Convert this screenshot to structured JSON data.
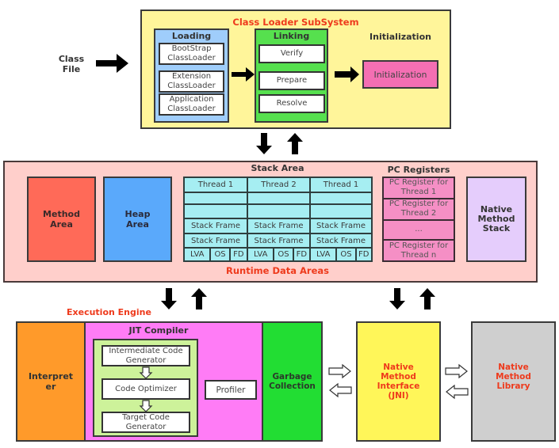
{
  "class_file_label": "Class\nFile",
  "class_loader": {
    "title": "Class Loader SubSystem",
    "loading": {
      "title": "Loading",
      "items": [
        "BootStrap\nClassLoader",
        "Extension\nClassLoader",
        "Application\nClassLoader"
      ]
    },
    "linking": {
      "title": "Linking",
      "items": [
        "Verify",
        "Prepare",
        "Resolve"
      ]
    },
    "initialization": {
      "title": "Initialization",
      "item": "Initialization"
    }
  },
  "runtime_data_areas": {
    "title": "Runtime Data Areas",
    "method_area": "Method\nArea",
    "heap_area": "Heap\nArea",
    "stack_area": {
      "title": "Stack Area",
      "threads": [
        {
          "name": "Thread 1",
          "frames": [
            "Stack Frame",
            "Stack Frame"
          ],
          "parts": [
            "LVA",
            "OS",
            "FD"
          ]
        },
        {
          "name": "Thread 2",
          "frames": [
            "Stack Frame",
            "Stack Frame"
          ],
          "parts": [
            "LVA",
            "OS",
            "FD"
          ]
        },
        {
          "name": "Thread 1",
          "frames": [
            "Stack Frame",
            "Stack Frame"
          ],
          "parts": [
            "LVA",
            "OS",
            "FD"
          ]
        }
      ]
    },
    "pc_registers": {
      "title": "PC Registers",
      "items": [
        "PC Register for\nThread 1",
        "PC Register for\nThread 2",
        "...",
        "PC Register for\nThread n"
      ]
    },
    "native_method_stack": "Native\nMethod\nStack"
  },
  "execution_engine": {
    "title": "Execution Engine",
    "interpreter": "Interpret\ner",
    "jit_compiler": {
      "title": "JIT Compiler",
      "steps": [
        "Intermediate Code\nGenerator",
        "Code Optimizer",
        "Target Code\nGenerator"
      ],
      "profiler": "Profiler"
    },
    "garbage_collection": "Garbage\nCollection"
  },
  "jni": "Native\nMethod\nInterface\n(JNI)",
  "native_method_library": "Native\nMethod\nLibrary",
  "colors": {
    "class_loader_bg": "#fff59a",
    "loading_bg": "#9fcdfb",
    "linking_bg": "#56e04e",
    "initialization_bg": "#f46fb3",
    "runtime_bg": "#ffcfcb",
    "method_area_bg": "#ff6a58",
    "heap_area_bg": "#5aa9fb",
    "stack_cell_bg": "#a6eef2",
    "pc_register_bg": "#f58fc5",
    "native_stack_bg": "#e5cdfc",
    "interpreter_bg": "#ff9a2a",
    "jit_bg": "#ff7cf6",
    "jit_inner_bg": "#cdf29a",
    "gc_bg": "#22dd33",
    "jni_bg": "#fff659",
    "library_bg": "#cfcfcf",
    "title_red": "#ee3a1c"
  }
}
